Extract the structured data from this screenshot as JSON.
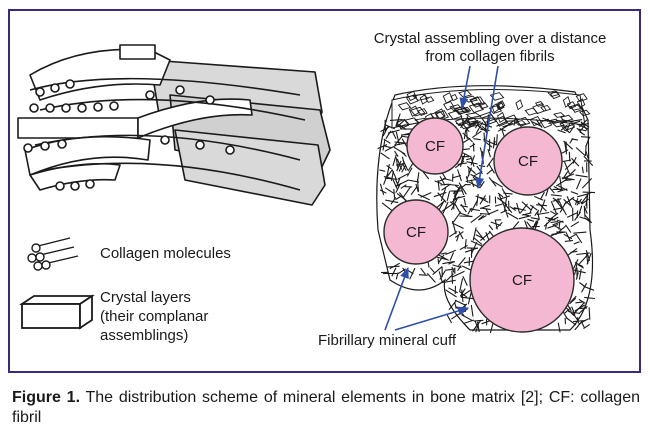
{
  "figure": {
    "frame_color": "#3b2a7a",
    "fibril_fill": "#f5b8d2",
    "fibril_stroke": "#2a2a2a",
    "arrow_color": "#2f4ea8",
    "labels": {
      "crystal_assembling_line1": "Crystal assembling over a distance",
      "crystal_assembling_line2": "from collagen fibrils",
      "fibrillary_cuff": "Fibrillary mineral cuff",
      "cf": "CF"
    },
    "legend": {
      "collagen": "Collagen molecules",
      "crystal_line1": "Crystal layers",
      "crystal_line2": "(their complanar",
      "crystal_line3": "assemblings)"
    },
    "icons": [
      "collagen-molecules-icon",
      "crystal-layer-icon"
    ]
  },
  "caption": {
    "label": "Figure 1.",
    "text": " The distribution scheme of mineral elements in bone matrix [2]; CF: collagen fibril"
  }
}
